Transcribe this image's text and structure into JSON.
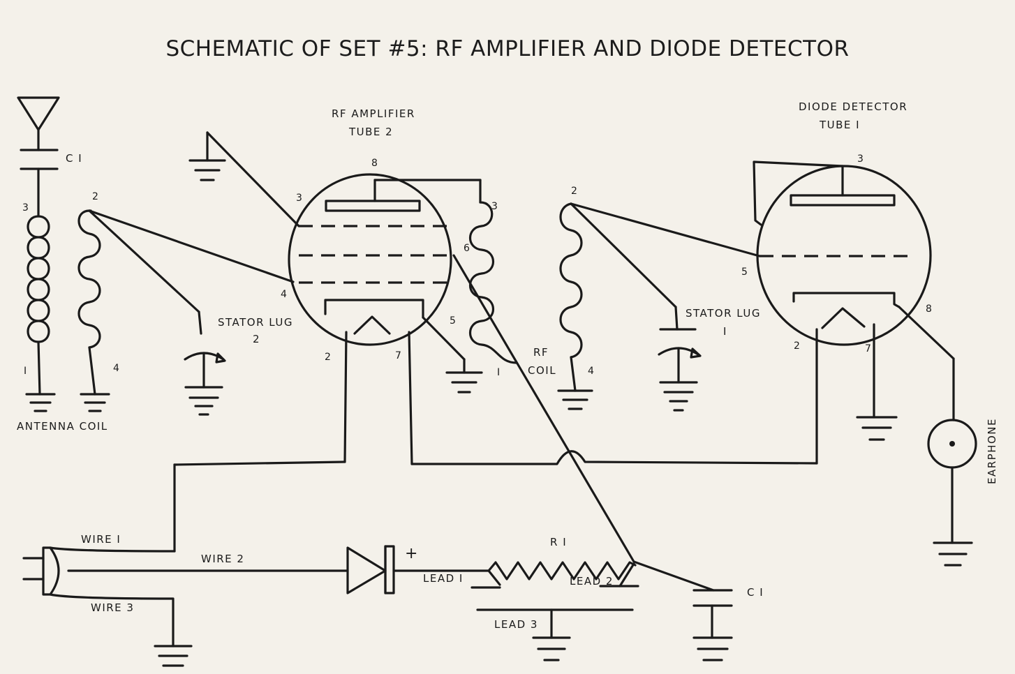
{
  "title": "SCHEMATIC OF SET #5: RF AMPLIFIER AND DIODE DETECTOR",
  "labels": {
    "rf_amp": "RF AMPLIFIER",
    "tube2": "TUBE 2",
    "diode_det": "DIODE DETECTOR",
    "tube1": "TUBE I",
    "c1_top": "C I",
    "c1_bottom": "C I",
    "antenna_coil": "ANTENNA COIL",
    "stator_lug_2": "STATOR LUG",
    "stator_lug_2_num": "2",
    "stator_lug_1": "STATOR LUG",
    "stator_lug_1_num": "I",
    "rf_coil_1": "RF",
    "rf_coil_2": "COIL",
    "earphone": "EARPHONE",
    "wire1": "WIRE I",
    "wire2": "WIRE 2",
    "wire3": "WIRE 3",
    "r1": "R I",
    "lead1": "LEAD I",
    "lead2": "LEAD 2",
    "lead3": "LEAD 3",
    "plus": "+"
  },
  "pins": {
    "ant_3": "3",
    "ant_1": "I",
    "ant_2": "2",
    "ant_4": "4",
    "t2_8": "8",
    "t2_3": "3",
    "t2_4": "4",
    "t2_6": "6",
    "t2_5": "5",
    "t2_2": "2",
    "t2_7": "7",
    "rf_3": "3",
    "rf_1": "I",
    "rf_2": "2",
    "rf_4": "4",
    "t1_3": "3",
    "t1_5": "5",
    "t1_8": "8",
    "t1_2": "2",
    "t1_7": "7"
  }
}
